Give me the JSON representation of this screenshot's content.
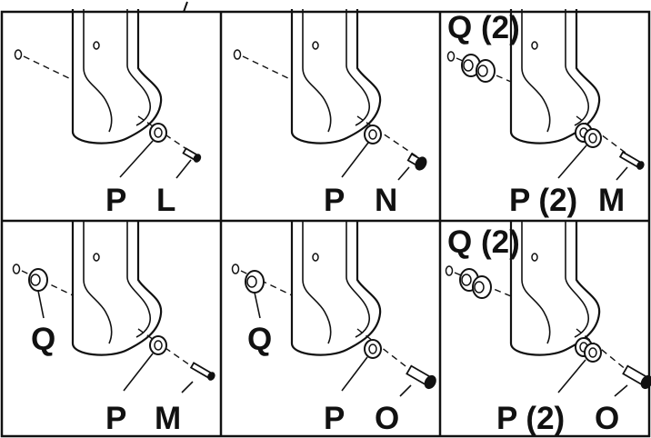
{
  "panels": [
    {
      "labels": [
        "P",
        "L"
      ]
    },
    {
      "labels": [
        "P",
        "N"
      ]
    },
    {
      "labels": [
        "Q (2)",
        "P (2)",
        "M"
      ]
    },
    {
      "labels": [
        "Q",
        "P",
        "M"
      ]
    },
    {
      "labels": [
        "Q",
        "P",
        "O"
      ]
    },
    {
      "labels": [
        "Q (2)",
        "P (2)",
        "O"
      ]
    }
  ],
  "colors": {
    "line": "#111111",
    "background": "#ffffff"
  }
}
